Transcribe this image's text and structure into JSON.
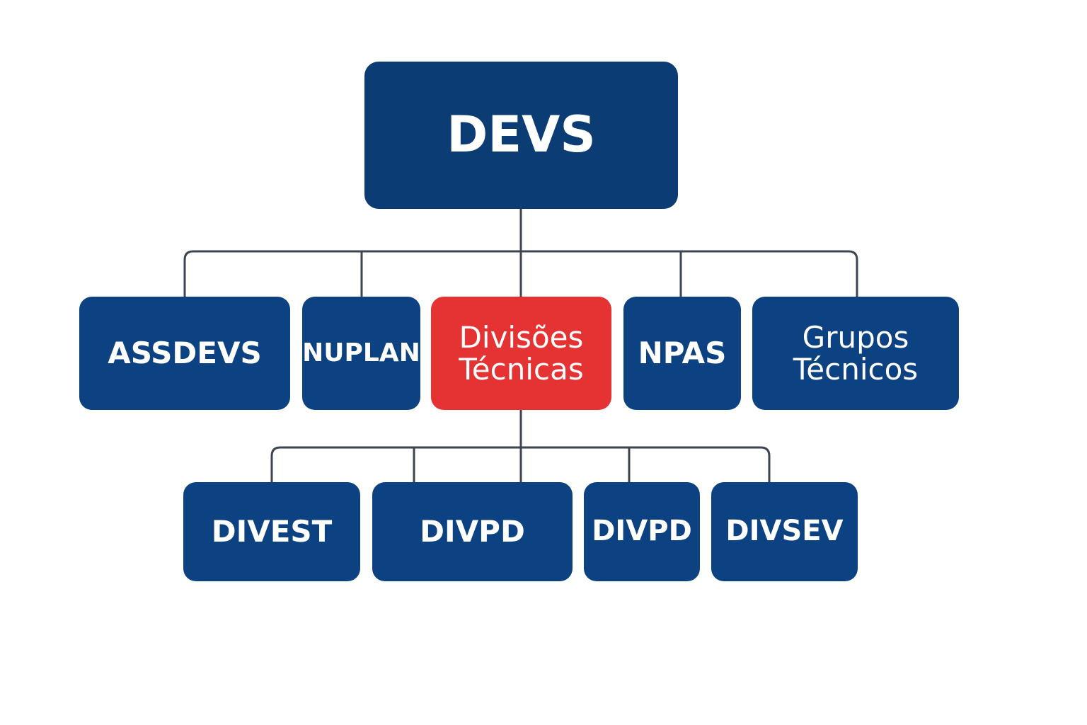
{
  "root": {
    "label": "DEVS"
  },
  "level1": [
    {
      "label": "ASSDEVS"
    },
    {
      "label": "NUPLAN"
    },
    {
      "label": "Divisões\nTécnicas",
      "highlighted": true
    },
    {
      "label": "NPAS"
    },
    {
      "label": "Grupos\nTécnicos"
    }
  ],
  "level2": [
    {
      "label": "DIVEST"
    },
    {
      "label": "DIVPD"
    },
    {
      "label": "DIVPD"
    },
    {
      "label": "DIVSEV"
    }
  ],
  "colors": {
    "node": "#0d4282",
    "root": "#0c3c74",
    "highlight": "#e53232",
    "connector": "#3d4650",
    "text": "#ffffff",
    "background": "#ffffff"
  }
}
